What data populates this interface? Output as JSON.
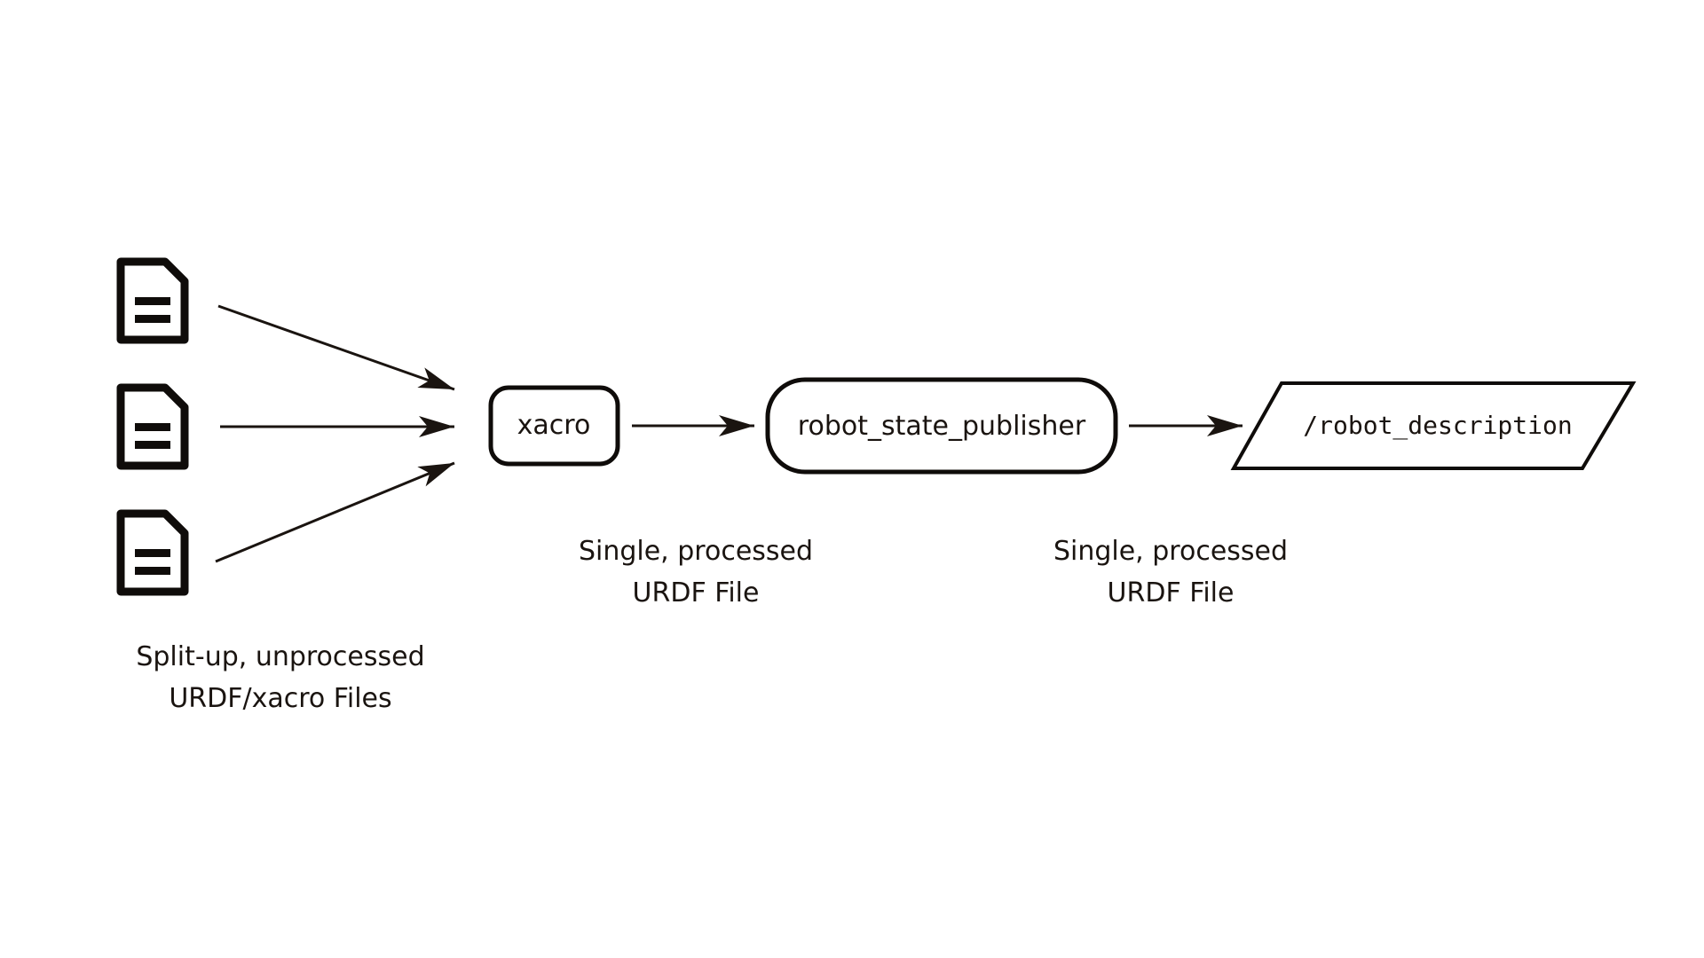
{
  "nodes": {
    "xacro": "xacro",
    "publisher": "robot_state_publisher",
    "topic": "/robot_description"
  },
  "captions": {
    "source_line1": "Split-up, unprocessed",
    "source_line2": "URDF/xacro Files",
    "xacro_out_line1": "Single, processed",
    "xacro_out_line2": "URDF File",
    "publisher_out_line1": "Single, processed",
    "publisher_out_line2": "URDF File"
  },
  "icons": {
    "source_files": [
      "file-icon",
      "file-icon",
      "file-icon"
    ]
  },
  "colors": {
    "ink": "#1a1410",
    "background": "#ffffff"
  }
}
